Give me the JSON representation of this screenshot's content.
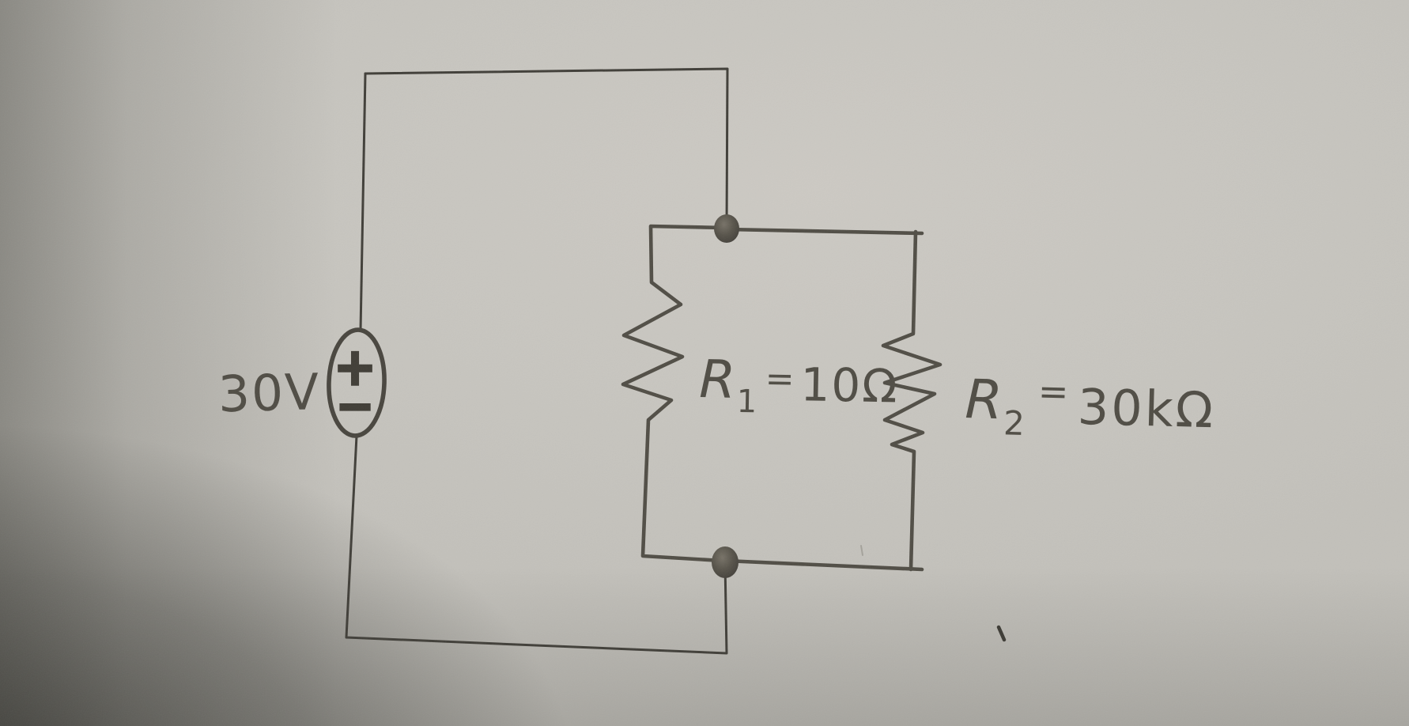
{
  "scene": {
    "description": "Hand-drawn electric circuit schematic on gray paper: a voltage source in parallel with two resistors",
    "paper_color": "#c7c5bf",
    "ink_color": "#4a473f"
  },
  "voltage_source": {
    "label": "30V",
    "plus": "+",
    "minus": "−"
  },
  "resistors": {
    "r1": {
      "symbol": "R",
      "subscript": "1",
      "equals": "=",
      "value": "10Ω"
    },
    "r2": {
      "symbol": "R",
      "subscript": "2",
      "equals": "=",
      "value": "30kΩ"
    }
  }
}
